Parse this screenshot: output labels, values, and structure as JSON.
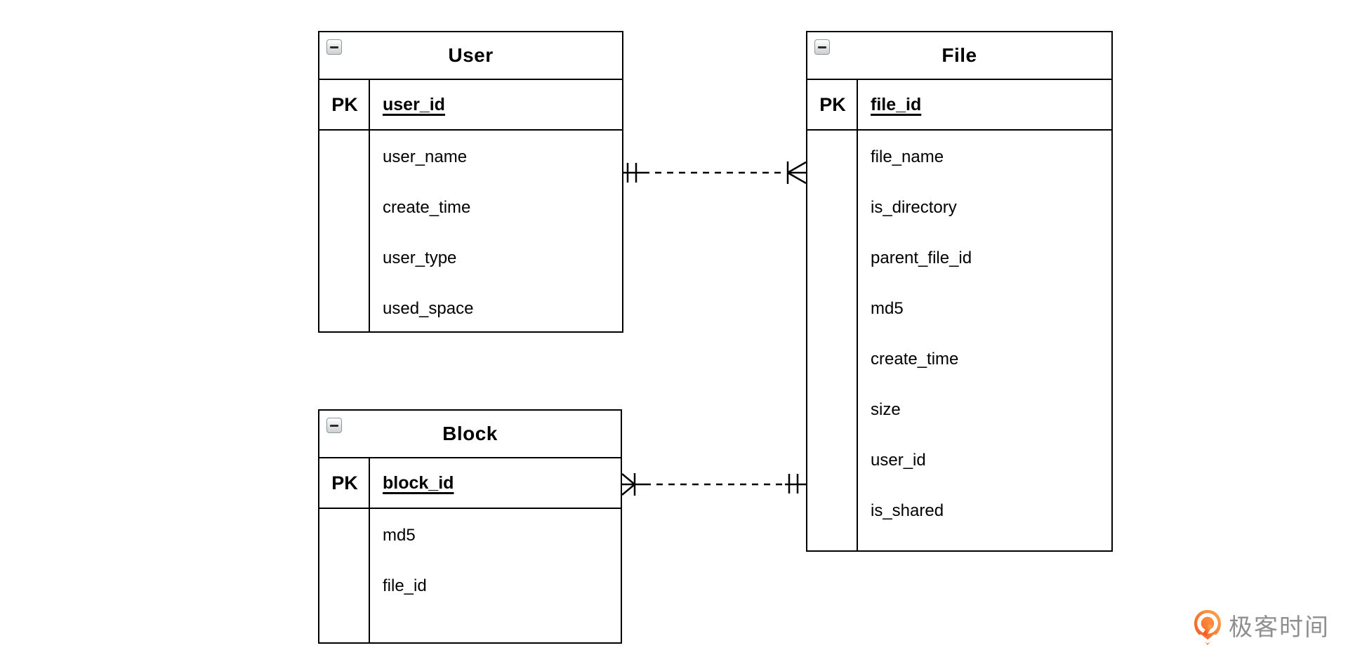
{
  "diagram": {
    "entities": [
      {
        "name": "User",
        "pk_label": "PK",
        "pk_field": "user_id",
        "fields": [
          "user_name",
          "create_time",
          "user_type",
          "used_space"
        ]
      },
      {
        "name": "File",
        "pk_label": "PK",
        "pk_field": "file_id",
        "fields": [
          "file_name",
          "is_directory",
          "parent_file_id",
          "md5",
          "create_time",
          "size",
          "user_id",
          "is_shared"
        ]
      },
      {
        "name": "Block",
        "pk_label": "PK",
        "pk_field": "block_id",
        "fields": [
          "md5",
          "file_id"
        ]
      }
    ],
    "relationships": [
      {
        "from": "User",
        "to": "File",
        "from_end": "exactly-one",
        "to_end": "one-or-many",
        "line_style": "dashed"
      },
      {
        "from": "Block",
        "to": "File",
        "from_end": "one-or-many",
        "to_end": "exactly-one",
        "line_style": "dashed"
      }
    ],
    "line_color": "#000000"
  },
  "watermark": {
    "text": "极客时间",
    "text_color": "#8f8f8f",
    "icon": "geektime-logo-icon",
    "icon_color_dark": "#f4511e",
    "icon_color_light": "#ff9e3d"
  }
}
